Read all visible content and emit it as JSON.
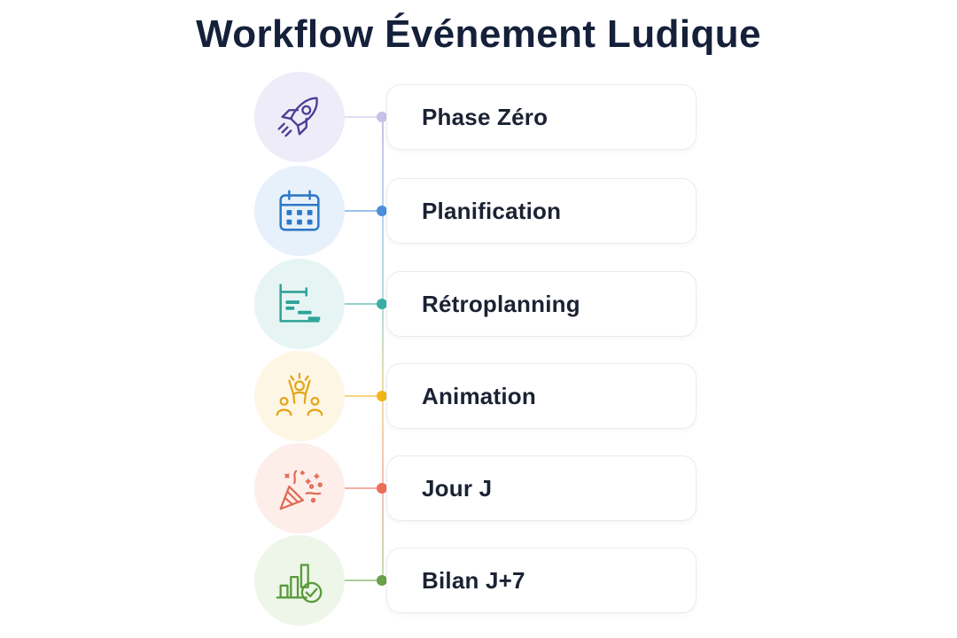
{
  "title": "Workflow Événement Ludique",
  "steps": [
    {
      "label": "Phase Zéro",
      "icon": "rocket-icon",
      "color": "#4b3d94",
      "tint": "#eeecf8",
      "node_color": "#c7c1e8"
    },
    {
      "label": "Planification",
      "icon": "calendar-icon",
      "color": "#2f78c8",
      "tint": "#e7f1fb",
      "node_color": "#4a90dc"
    },
    {
      "label": "Rétroplanning",
      "icon": "gantt-chart-icon",
      "color": "#2fa39a",
      "tint": "#e6f5f3",
      "node_color": "#3aaea3"
    },
    {
      "label": "Animation",
      "icon": "cheering-people-icon",
      "color": "#e4a419",
      "tint": "#fdf6e4",
      "node_color": "#f2b418"
    },
    {
      "label": "Jour J",
      "icon": "party-popper-icon",
      "color": "#e06a55",
      "tint": "#fdeeea",
      "node_color": "#ec6e57"
    },
    {
      "label": "Bilan J+7",
      "icon": "bar-chart-check-icon",
      "color": "#5a9a3c",
      "tint": "#eef6e9",
      "node_color": "#6aa04a"
    }
  ]
}
